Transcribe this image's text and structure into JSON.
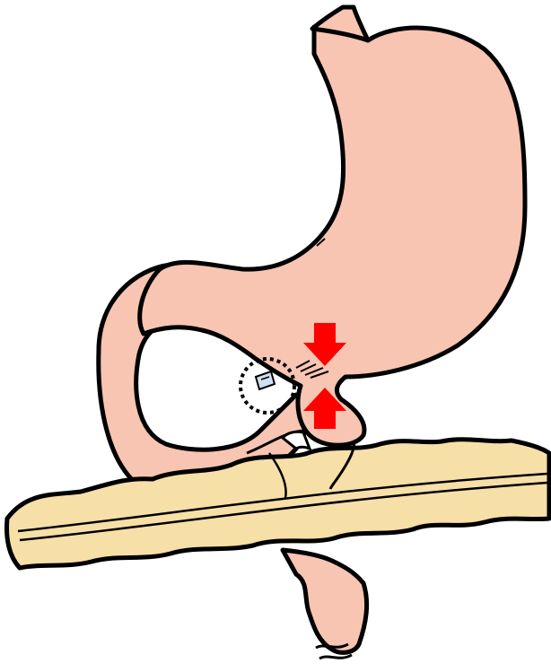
{
  "illustration": {
    "colors": {
      "organ_fill": "#f7c5b2",
      "fat_fill": "#f7dfa8",
      "outline": "#000000",
      "arrow": "#ff0000",
      "background": "#ffffff"
    },
    "elements": [
      "stomach",
      "esophagus",
      "duodenal-loop",
      "transverse-colon",
      "jejunum-stump",
      "stenosis-arrow-top",
      "stenosis-arrow-bottom",
      "dotted-highlight-circle",
      "bypass-loop-icon"
    ]
  }
}
